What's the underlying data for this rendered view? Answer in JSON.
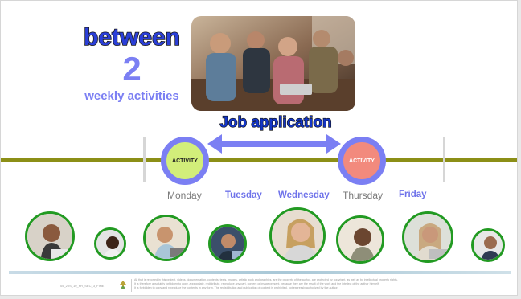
{
  "headline": {
    "word": "between",
    "number": "2",
    "subtitle": "weekly activities"
  },
  "job_application": "Job application",
  "activity_label": "ACTIVITY",
  "days": [
    {
      "label": "Monday",
      "style": "plain"
    },
    {
      "label": "Tuesday",
      "style": "bold"
    },
    {
      "label": "Wednesday",
      "style": "bold"
    },
    {
      "label": "Thursday",
      "style": "plain"
    },
    {
      "label": "Friday",
      "style": "bold"
    }
  ],
  "activity_days": {
    "first": "Monday",
    "second": "Thursday"
  },
  "footer": {
    "code": "05_20S_10_FR_SEC_3_FINE",
    "legal_lines": [
      "All that is reported in this project, videos, documentation, contents, texts, images, artistic work and graphics, are the property of the author, are protected by copyright, as well as by intellectual property rights.",
      "It is therefore absolutely forbidden to copy, appropriate, redistribute, reproduce any part, content or image present, because they are the result of the work and the intellect of the author himself.",
      "It is forbidden to copy and reproduce the contents in any form.    The redistribution and publication of content is prohibited, not expressly authorized by the author."
    ]
  },
  "colors": {
    "accent_purple": "#7b7ff3",
    "title_blue": "#2b3fd8",
    "timeline": "#8c8f17",
    "activity_green": "#d2ee7a",
    "activity_red": "#f28a7d",
    "photo_ring": "#229a22"
  },
  "icons": [
    "double-arrow-icon",
    "recycle-logo-icon"
  ]
}
